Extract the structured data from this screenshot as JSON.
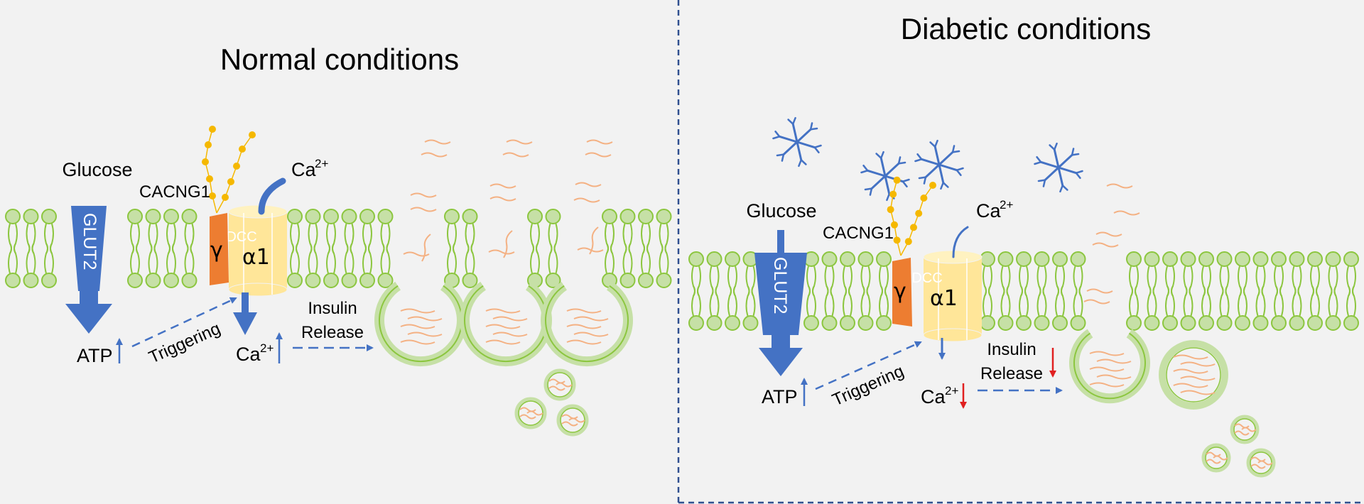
{
  "panels": {
    "normal": {
      "title": "Normal conditions",
      "glucose": "Glucose",
      "glut2": "GLUT2",
      "cacng1": "CACNG1",
      "gamma": "γ",
      "alpha1": "α1",
      "vdcc": "VDCC",
      "ca_top": "Ca",
      "ca_top_sup": "2+",
      "atp": "ATP",
      "triggering": "Triggering",
      "ca_bottom": "Ca",
      "ca_bottom_sup": "2+",
      "insulin_release_line1": "Insulin",
      "insulin_release_line2": "Release"
    },
    "diabetic": {
      "title": "Diabetic conditions",
      "glucose": "Glucose",
      "glut2": "GLUT2",
      "cacng1": "CACNG1",
      "gamma": "γ",
      "alpha1": "α1",
      "vdcc": "VDCC",
      "ca_top": "Ca",
      "ca_top_sup": "2+",
      "atp": "ATP",
      "triggering": "Triggering",
      "ca_bottom": "Ca",
      "ca_bottom_sup": "2+",
      "insulin_release_line1": "Insulin",
      "insulin_release_line2": "Release"
    }
  },
  "colors": {
    "background": "#f2f2f2",
    "membrane": "#8cc63f",
    "membrane_fill": "#c6e0a6",
    "transporter": "#4472c4",
    "channel": "#ffe699",
    "gamma_subunit": "#ed7d31",
    "sugar_chain": "#f5b800",
    "insulin": "#f4b183",
    "decrease_arrow": "#e02020",
    "divider": "#2f4f8f"
  },
  "icons": {
    "glycan_branch": "branched-glycan-icon",
    "up_arrow": "increase-arrow-icon",
    "down_arrow": "decrease-arrow-icon"
  }
}
